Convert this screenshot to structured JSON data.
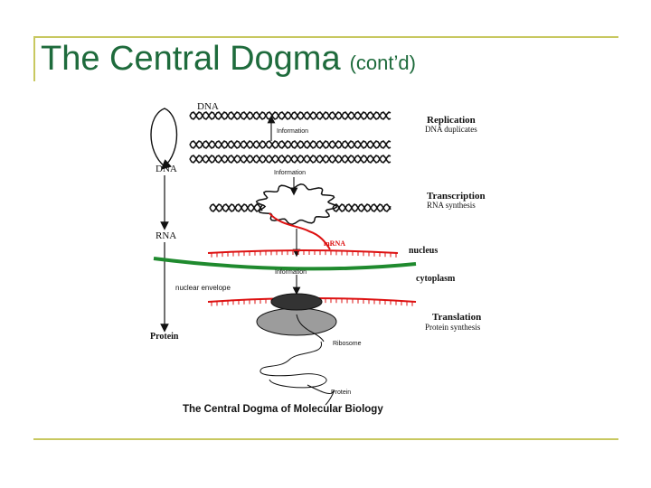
{
  "slide": {
    "title": "The Central Dogma",
    "title_suffix": "(cont’d)"
  },
  "diagram": {
    "labels": {
      "dna_top": "DNA",
      "info_1": "Information",
      "replication": "Replication",
      "dna_duplicates": "DNA duplicates",
      "dna_left": "DNA",
      "info_2": "Information",
      "transcription": "Transcription",
      "rna_synthesis": "RNA synthesis",
      "rna_left": "RNA",
      "mrna": "mRNA",
      "nucleus": "nucleus",
      "info_3": "Information",
      "cytoplasm": "cytoplasm",
      "nuclear_envelope": "nuclear envelope",
      "translation": "Translation",
      "protein_synthesis": "Protein synthesis",
      "protein_left": "Protein",
      "ribosome": "Ribosome",
      "protein_bottom": "Protein",
      "caption": "The Central Dogma of Molecular Biology"
    },
    "colors": {
      "title": "#1e6b3c",
      "rule": "#c8c860",
      "mrna": "#dd1111",
      "envelope": "#1f8a2e",
      "ink": "#111111"
    }
  }
}
